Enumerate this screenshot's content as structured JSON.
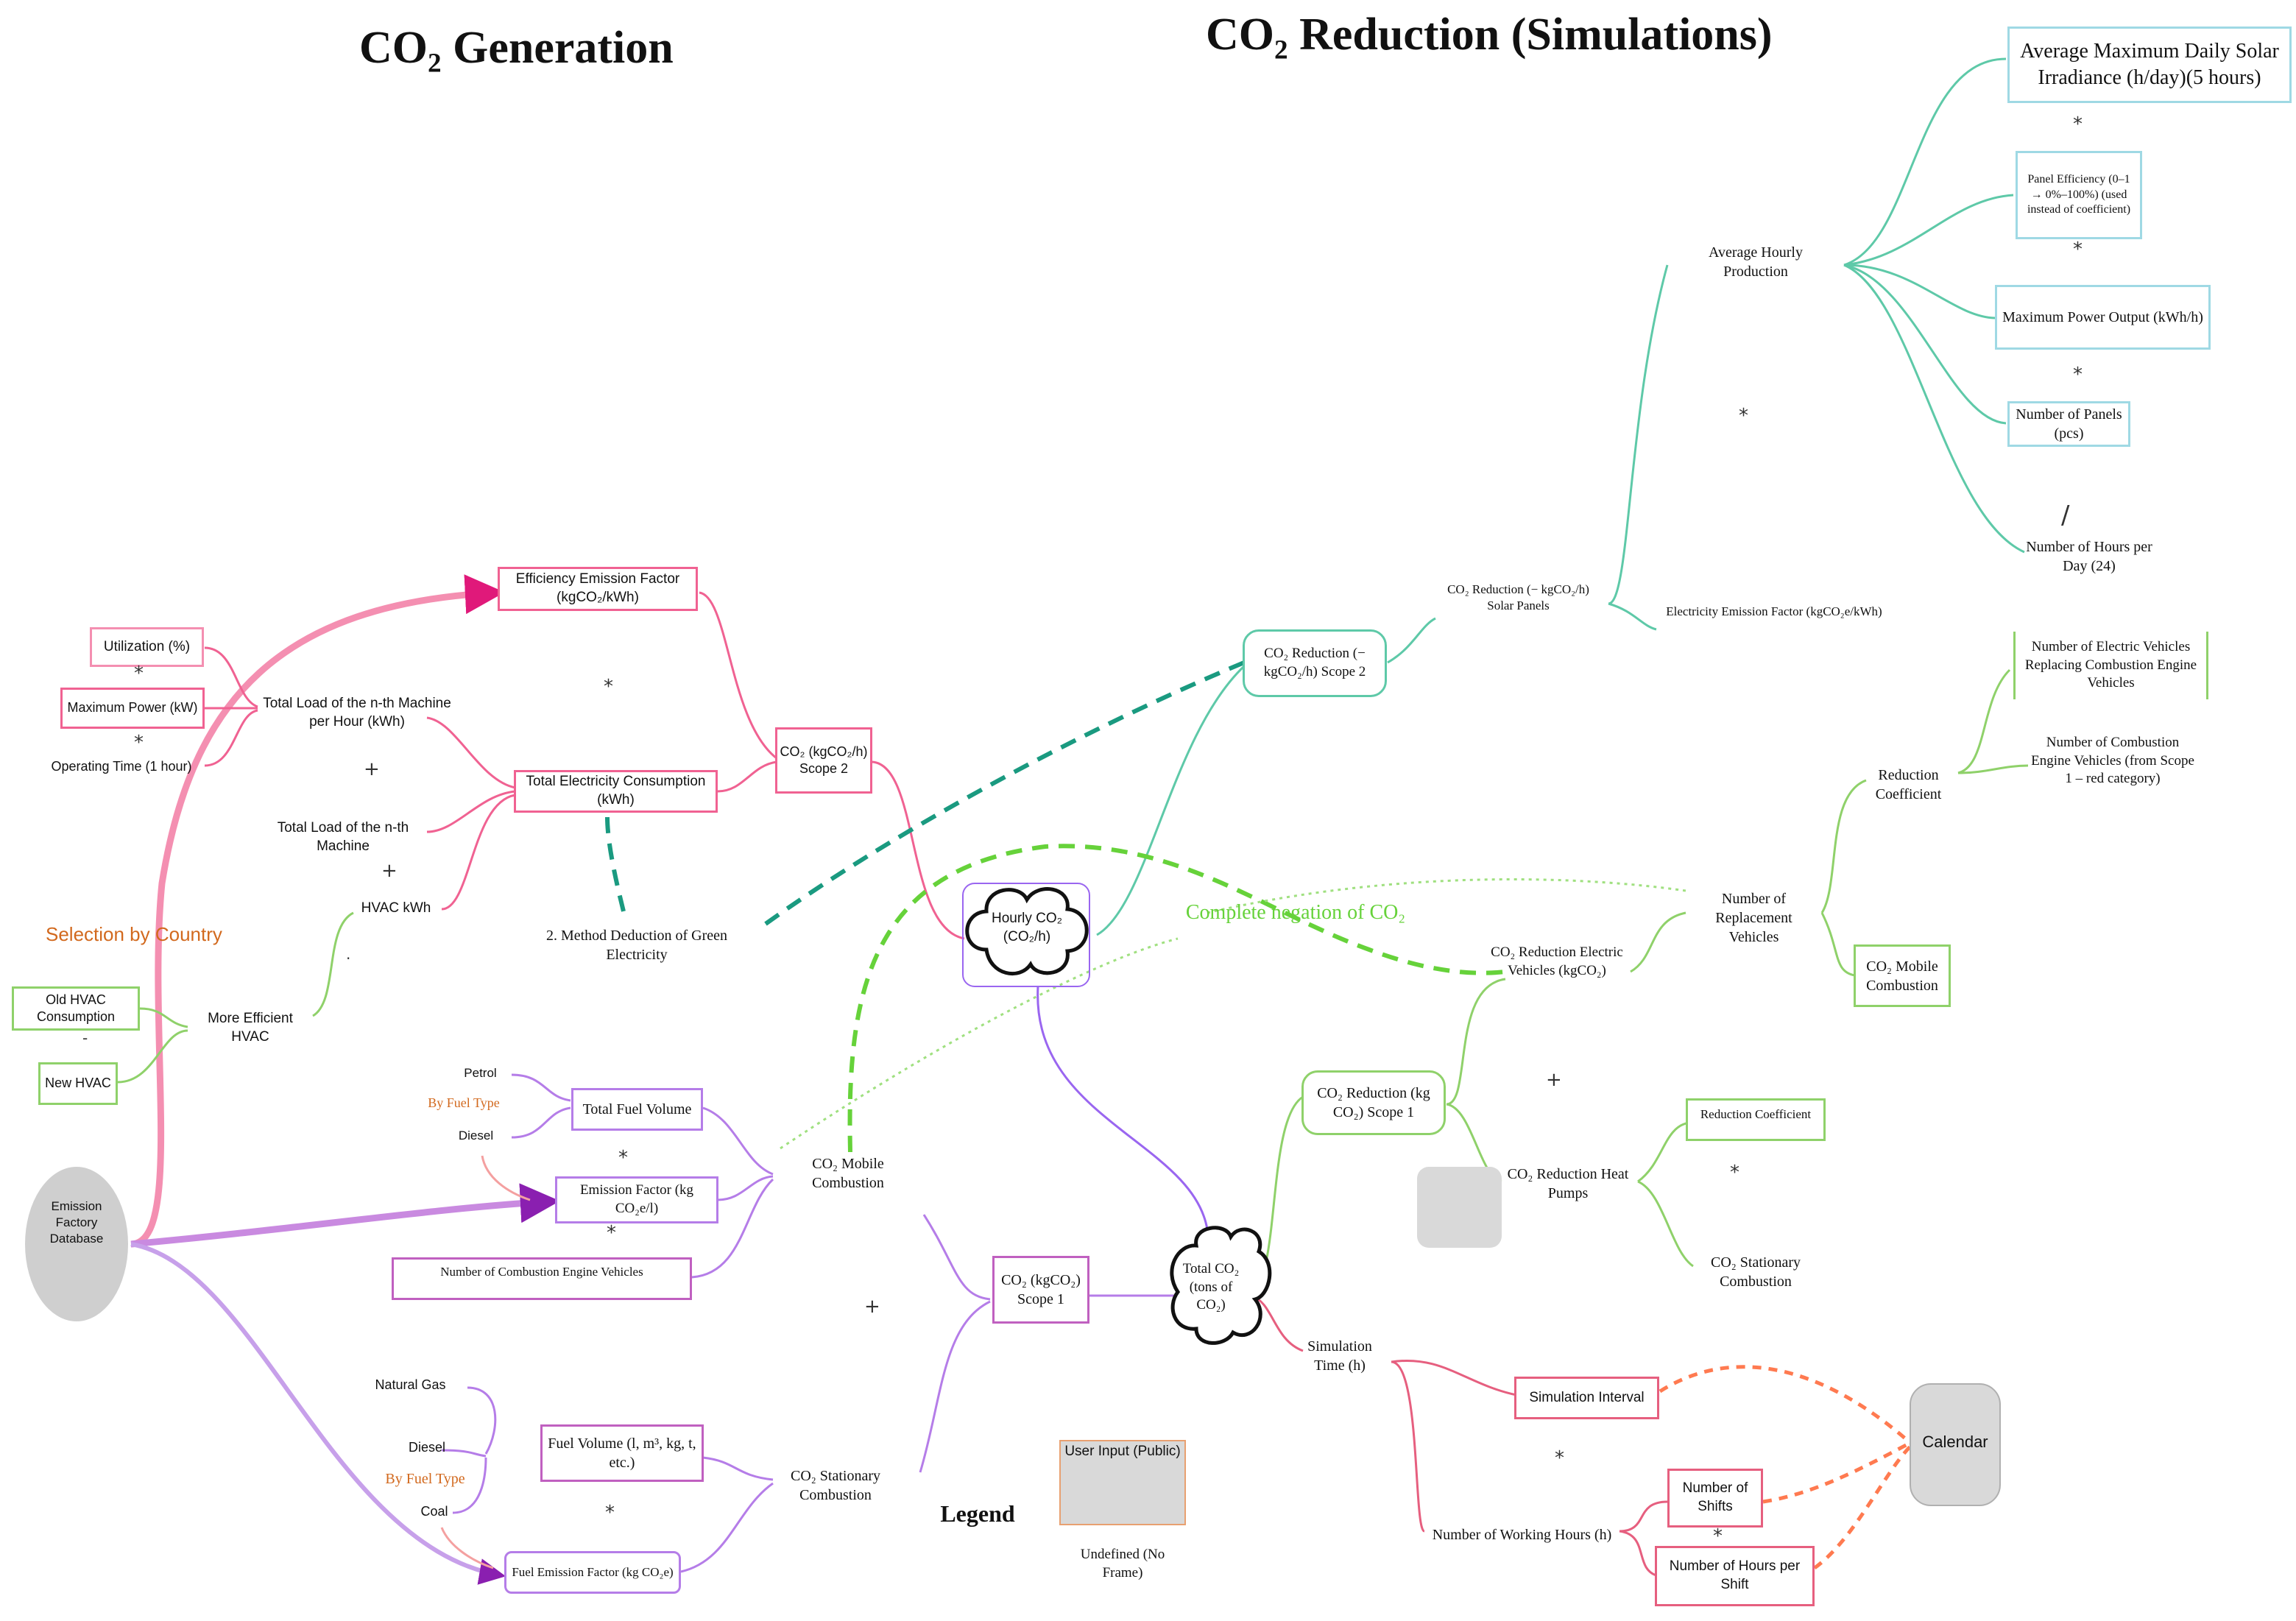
{
  "titles": {
    "generation": "CO₂ Generation",
    "reduction": "CO₂ Reduction (Simulations)"
  },
  "generation": {
    "selection_by_country": "Selection by Country",
    "emission_database": "Emission Factory Database",
    "utilization": "Utilization (%)",
    "max_power": "Maximum Power (kW)",
    "operating_time": "Operating Time (1 hour)",
    "total_load_nth_hour": "Total Load of the n-th Machine per Hour (kWh)",
    "total_load_nth": "Total Load of the n-th Machine",
    "hvac_kwh": "HVAC kWh",
    "efficiency_emission_factor": "Efficiency Emission Factor (kgCO₂/kWh)",
    "total_electricity": "Total Electricity Consumption (kWh)",
    "co2_scope2": "CO₂ (kgCO₂/h) Scope 2",
    "method_green": "2. Method Deduction of Green Electricity",
    "old_hvac": "Old HVAC Consumption",
    "new_hvac": "New HVAC",
    "more_efficient_hvac": "More Efficient HVAC",
    "petrol": "Petrol",
    "by_fuel_type": "By Fuel Type",
    "diesel": "Diesel",
    "total_fuel_volume": "Total Fuel Volume",
    "emission_factor_kg": "Emission Factor (kg CO₂e/l)",
    "num_combustion_vehicles": "Number of Combustion Engine Vehicles",
    "co2_mobile_combustion": "CO₂ Mobile Combustion",
    "natural_gas": "Natural Gas",
    "diesel2": "Diesel",
    "by_fuel_type2": "By Fuel Type",
    "coal": "Coal",
    "fuel_volume": "Fuel Volume (l, m³, kg, t, etc.)",
    "fuel_emission_factor": "Fuel Emission Factor (kg CO₂e)",
    "co2_stationary": "CO₂ Stationary Combustion",
    "co2_scope1": "CO₂ (kgCO₂) Scope 1",
    "hourly_co2": "Hourly CO₂ (CO₂/h)",
    "total_co2": "Total CO₂ (tons of CO₂)"
  },
  "reduction": {
    "solar_irradiance": "Average Maximum Daily Solar Irradiance (h/day)(5 hours)",
    "panel_efficiency": "Panel Efficiency (0–1 → 0%–100%) (used instead of coefficient)",
    "avg_hourly_production": "Average Hourly Production",
    "max_power_output": "Maximum Power Output (kWh/h)",
    "num_panels": "Number of Panels (pcs)",
    "hours_per_day": "Number of Hours per Day (24)",
    "co2_red_solar": "CO₂ Reduction (− kgCO₂/h) Solar Panels",
    "electricity_emission_factor": "Electricity  Emission Factor (kgCO₂e/kWh)",
    "co2_red_scope2": "CO₂ Reduction (− kgCO₂/h) Scope 2",
    "num_ev_replacing": "Number of Electric Vehicles Replacing Combustion Engine Vehicles",
    "num_combustion_scope1": "Number of Combustion Engine Vehicles (from Scope 1 – red category)",
    "reduction_coefficient": "Reduction Coefficient",
    "num_replacement_vehicles": "Number of Replacement Vehicles",
    "co2_mobile_combustion": "CO₂ Mobile Combustion",
    "complete_negation": "Complete negation of CO₂",
    "co2_red_ev": "CO₂ Reduction Electric Vehicles (kgCO₂)",
    "co2_red_scope1": "CO₂ Reduction (kg CO₂) Scope 1",
    "reduction_coefficient2": "Reduction Coefficient",
    "co2_red_heat_pumps": "CO₂ Reduction Heat Pumps",
    "co2_stationary": "CO₂ Stationary Combustion",
    "simulation_time": "Simulation Time (h)",
    "simulation_interval": "Simulation Interval",
    "calendar": "Calendar",
    "num_shifts": "Number of Shifts",
    "working_hours": "Number of Working Hours (h)",
    "hours_per_shift": "Number of Hours per Shift"
  },
  "legend": {
    "title": "Legend",
    "user_input": "User Input (Public)",
    "undefined": "Undefined (No Frame)"
  },
  "operators": {
    "times": "*",
    "plus": "+",
    "divide": "/",
    "minus": "-"
  },
  "colors": {
    "pink": "#f06292",
    "magenta": "#c2185b",
    "purple": "#9c5ce0",
    "light_green": "#8fd16a",
    "teal": "#5ec9a8",
    "cyan_box": "#9fd9e4",
    "orange_text": "#d2691e",
    "dash_teal": "#1a9a80",
    "dash_green": "#66d23a",
    "dash_orange": "#ff7a50"
  }
}
